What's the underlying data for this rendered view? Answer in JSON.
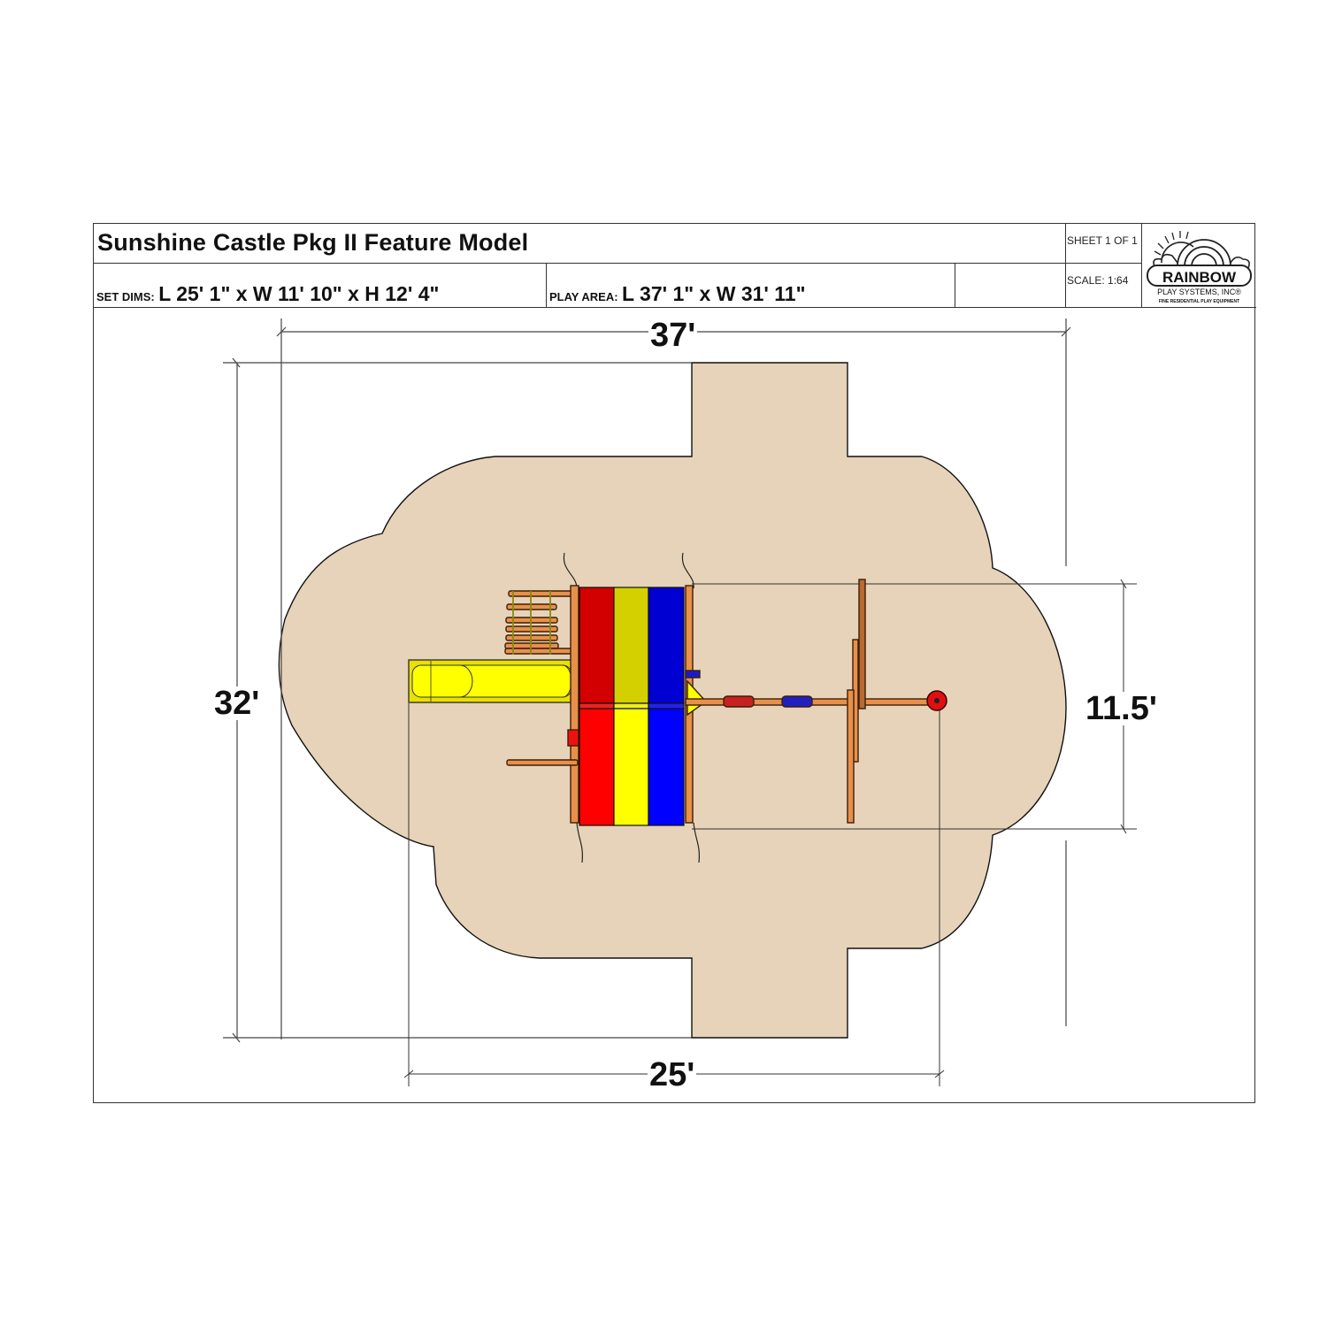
{
  "title_block": {
    "title": "Sunshine Castle Pkg II Feature Model",
    "set_dims_label": "SET DIMS:",
    "set_dims_value": "L 25' 1\" x W 11' 10\" x H 12' 4\"",
    "play_area_label": "PLAY AREA:",
    "play_area_value": "L 37' 1\" x W 31' 11\"",
    "sheet": "SHEET 1 OF 1",
    "scale": "SCALE: 1:64",
    "logo": {
      "brand": "RAINBOW",
      "company": "PLAY SYSTEMS, INC®",
      "tagline": "FINE RESIDENTIAL PLAY EQUIPMENT"
    }
  },
  "dimensions": {
    "play_area_length": "37'",
    "play_area_width": "32'",
    "set_length": "25'",
    "set_width": "11.5'"
  },
  "colors": {
    "play_area_fill": "#e6d3b9",
    "roof_red_dark": "#d20000",
    "roof_yellow_dark": "#d4d000",
    "roof_blue_dark": "#0000d2",
    "roof_red": "#ff0000",
    "roof_yellow": "#ffff00",
    "roof_blue": "#0000ff",
    "wood": "#e8904a",
    "wood_outline": "#3a1e08",
    "slide": "#ffff00"
  }
}
